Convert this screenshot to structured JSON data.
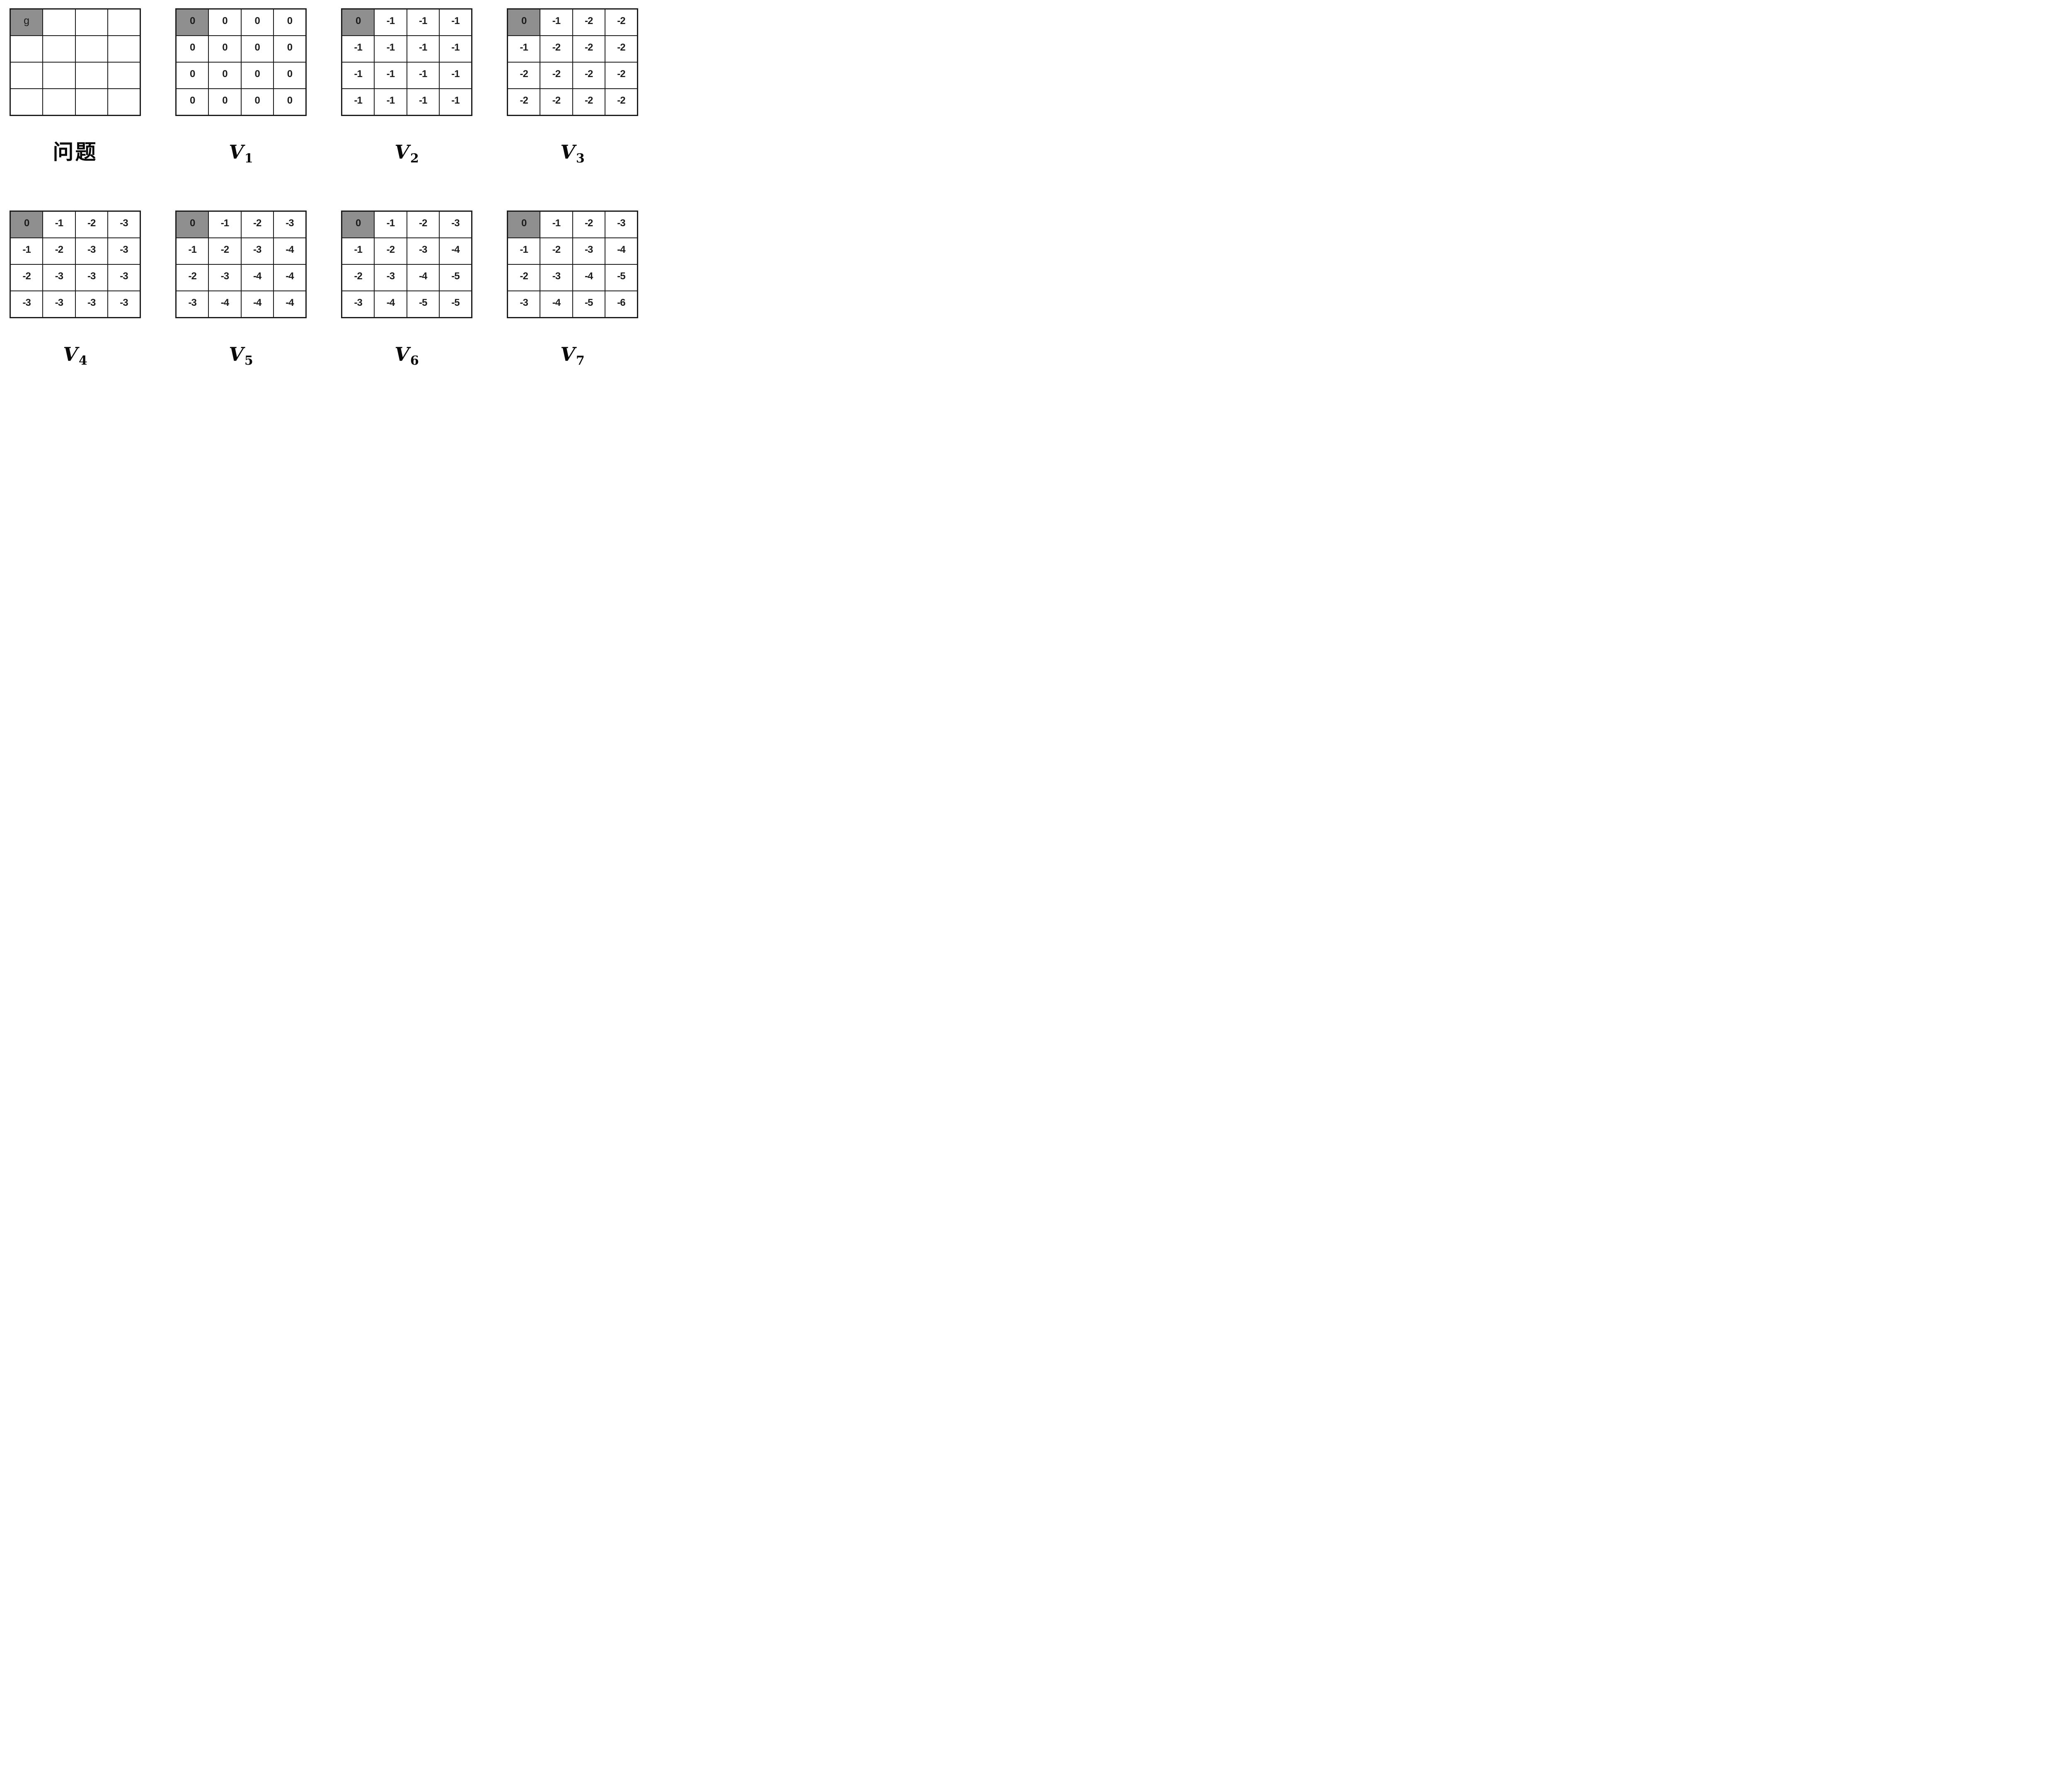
{
  "figure": {
    "description": "Value iteration on a 4x4 gridworld with goal cell g in the top-left; panels show the problem grid and value functions V1 through V7",
    "goal_letter": "g"
  },
  "colors": {
    "goal_cell_bg": "#8f8f8f",
    "cell_bg": "#ffffff",
    "grid_line": "#1b1b1b",
    "text": "#1c1c1c"
  },
  "panels": [
    {
      "id": "problem",
      "caption_text": "问题",
      "caption_type": "cjk",
      "goal_cell": [
        0,
        0
      ],
      "rows": [
        [
          "g",
          "",
          "",
          ""
        ],
        [
          "",
          "",
          "",
          ""
        ],
        [
          "",
          "",
          "",
          ""
        ],
        [
          "",
          "",
          "",
          ""
        ]
      ]
    },
    {
      "id": "v1",
      "caption_base": "V",
      "caption_sub": "1",
      "caption_type": "math",
      "goal_cell": [
        0,
        0
      ],
      "rows": [
        [
          "0",
          "0",
          "0",
          "0"
        ],
        [
          "0",
          "0",
          "0",
          "0"
        ],
        [
          "0",
          "0",
          "0",
          "0"
        ],
        [
          "0",
          "0",
          "0",
          "0"
        ]
      ]
    },
    {
      "id": "v2",
      "caption_base": "V",
      "caption_sub": "2",
      "caption_type": "math",
      "goal_cell": [
        0,
        0
      ],
      "rows": [
        [
          "0",
          "-1",
          "-1",
          "-1"
        ],
        [
          "-1",
          "-1",
          "-1",
          "-1"
        ],
        [
          "-1",
          "-1",
          "-1",
          "-1"
        ],
        [
          "-1",
          "-1",
          "-1",
          "-1"
        ]
      ]
    },
    {
      "id": "v3",
      "caption_base": "V",
      "caption_sub": "3",
      "caption_type": "math",
      "goal_cell": [
        0,
        0
      ],
      "rows": [
        [
          "0",
          "-1",
          "-2",
          "-2"
        ],
        [
          "-1",
          "-2",
          "-2",
          "-2"
        ],
        [
          "-2",
          "-2",
          "-2",
          "-2"
        ],
        [
          "-2",
          "-2",
          "-2",
          "-2"
        ]
      ]
    },
    {
      "id": "v4",
      "caption_base": "V",
      "caption_sub": "4",
      "caption_type": "math",
      "goal_cell": [
        0,
        0
      ],
      "rows": [
        [
          "0",
          "-1",
          "-2",
          "-3"
        ],
        [
          "-1",
          "-2",
          "-3",
          "-3"
        ],
        [
          "-2",
          "-3",
          "-3",
          "-3"
        ],
        [
          "-3",
          "-3",
          "-3",
          "-3"
        ]
      ]
    },
    {
      "id": "v5",
      "caption_base": "V",
      "caption_sub": "5",
      "caption_type": "math",
      "goal_cell": [
        0,
        0
      ],
      "rows": [
        [
          "0",
          "-1",
          "-2",
          "-3"
        ],
        [
          "-1",
          "-2",
          "-3",
          "-4"
        ],
        [
          "-2",
          "-3",
          "-4",
          "-4"
        ],
        [
          "-3",
          "-4",
          "-4",
          "-4"
        ]
      ]
    },
    {
      "id": "v6",
      "caption_base": "V",
      "caption_sub": "6",
      "caption_type": "math",
      "goal_cell": [
        0,
        0
      ],
      "rows": [
        [
          "0",
          "-1",
          "-2",
          "-3"
        ],
        [
          "-1",
          "-2",
          "-3",
          "-4"
        ],
        [
          "-2",
          "-3",
          "-4",
          "-5"
        ],
        [
          "-3",
          "-4",
          "-5",
          "-5"
        ]
      ]
    },
    {
      "id": "v7",
      "caption_base": "V",
      "caption_sub": "7",
      "caption_type": "math",
      "goal_cell": [
        0,
        0
      ],
      "rows": [
        [
          "0",
          "-1",
          "-2",
          "-3"
        ],
        [
          "-1",
          "-2",
          "-3",
          "-4"
        ],
        [
          "-2",
          "-3",
          "-4",
          "-5"
        ],
        [
          "-3",
          "-4",
          "-5",
          "-6"
        ]
      ]
    }
  ],
  "layout": {
    "panels_per_row": 4
  }
}
